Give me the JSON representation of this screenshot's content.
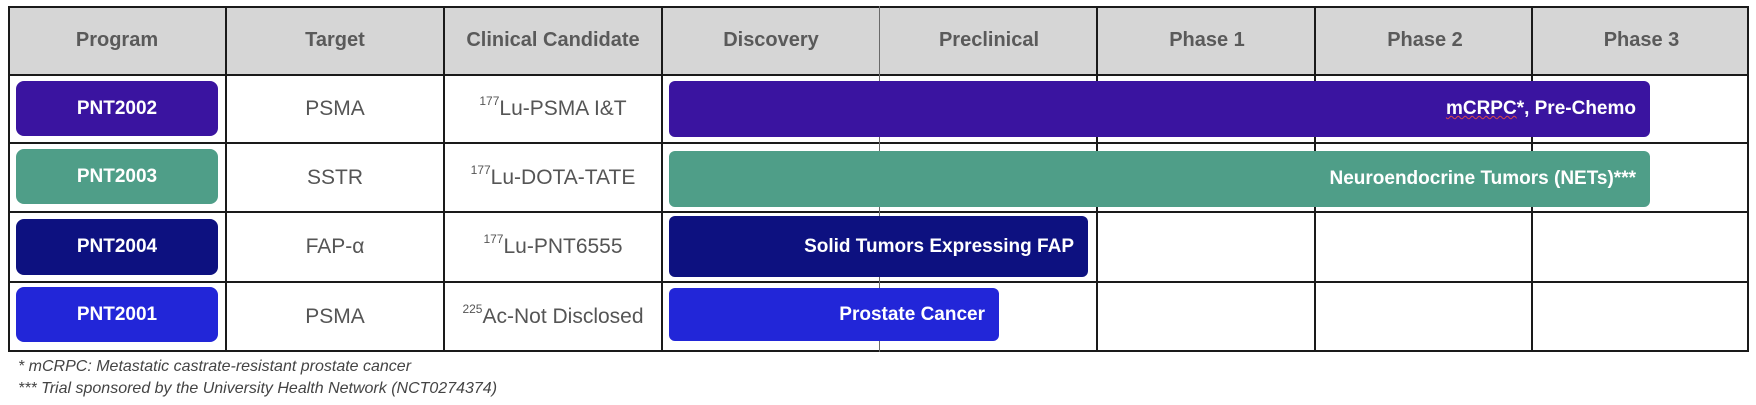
{
  "headers": {
    "program": "Program",
    "target": "Target",
    "clinical_candidate": "Clinical Candidate",
    "discovery": "Discovery",
    "preclinical": "Preclinical",
    "phase1": "Phase 1",
    "phase2": "Phase 2",
    "phase3": "Phase 3"
  },
  "rows": [
    {
      "program": "PNT2002",
      "target": "PSMA",
      "isotope": "177",
      "candidate": "Lu-PSMA I&T",
      "indication_marked": "mCRPC",
      "indication": "*, Pre-Chemo",
      "color": "#3a14a0"
    },
    {
      "program": "PNT2003",
      "target": "SSTR",
      "isotope": "177",
      "candidate": "Lu-DOTA-TATE",
      "indication": "Neuroendocrine Tumors (NETs)***",
      "color": "#4f9e88"
    },
    {
      "program": "PNT2004",
      "target": "FAP-α",
      "isotope": "177",
      "candidate": "Lu-PNT6555",
      "indication": "Solid Tumors Expressing FAP",
      "color": "#0d1180"
    },
    {
      "program": "PNT2001",
      "target": "PSMA",
      "isotope": "225",
      "candidate": "Ac-Not Disclosed",
      "indication": "Prostate Cancer",
      "color": "#2226d8"
    }
  ],
  "footnotes": [
    "* mCRPC: Metastatic castrate-resistant prostate cancer",
    "***  Trial sponsored by the University Health Network (NCT0274374)"
  ]
}
